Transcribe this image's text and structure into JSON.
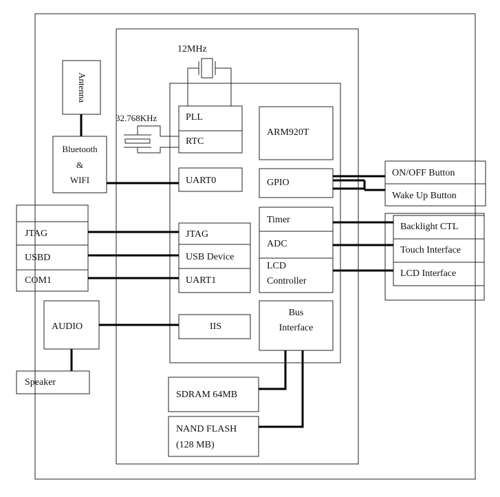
{
  "diagram": {
    "crystal_main": "12MHz",
    "crystal_rtc": "32.768KHz",
    "antenna": "Antenna",
    "bluetooth_line1": "Bluetooth",
    "bluetooth_line2": "&",
    "bluetooth_line3": "WIFI",
    "jtag_port": "JTAG",
    "usbd_port": "USBD",
    "com1_port": "COM1",
    "audio": "AUDIO",
    "speaker": "Speaker",
    "pll": "PLL",
    "rtc": "RTC",
    "uart0": "UART0",
    "jtag": "JTAG",
    "usb_device": "USB Device",
    "uart1": "UART1",
    "iis": "IIS",
    "arm_core": "ARM920T",
    "gpio": "GPIO",
    "timer": "Timer",
    "adc": "ADC",
    "lcd_controller_line1": "LCD",
    "lcd_controller_line2": "Controller",
    "bus_interface_line1": "Bus",
    "bus_interface_line2": "Interface",
    "sdram": "SDRAM 64MB",
    "nand_line1": "NAND FLASH",
    "nand_line2": "(128 MB)",
    "onoff_button": "ON/OFF Button",
    "wakeup_button": "Wake Up Button",
    "backlight": "Backlight CTL",
    "touch": "Touch Interface",
    "lcd_interface": "LCD Interface"
  }
}
